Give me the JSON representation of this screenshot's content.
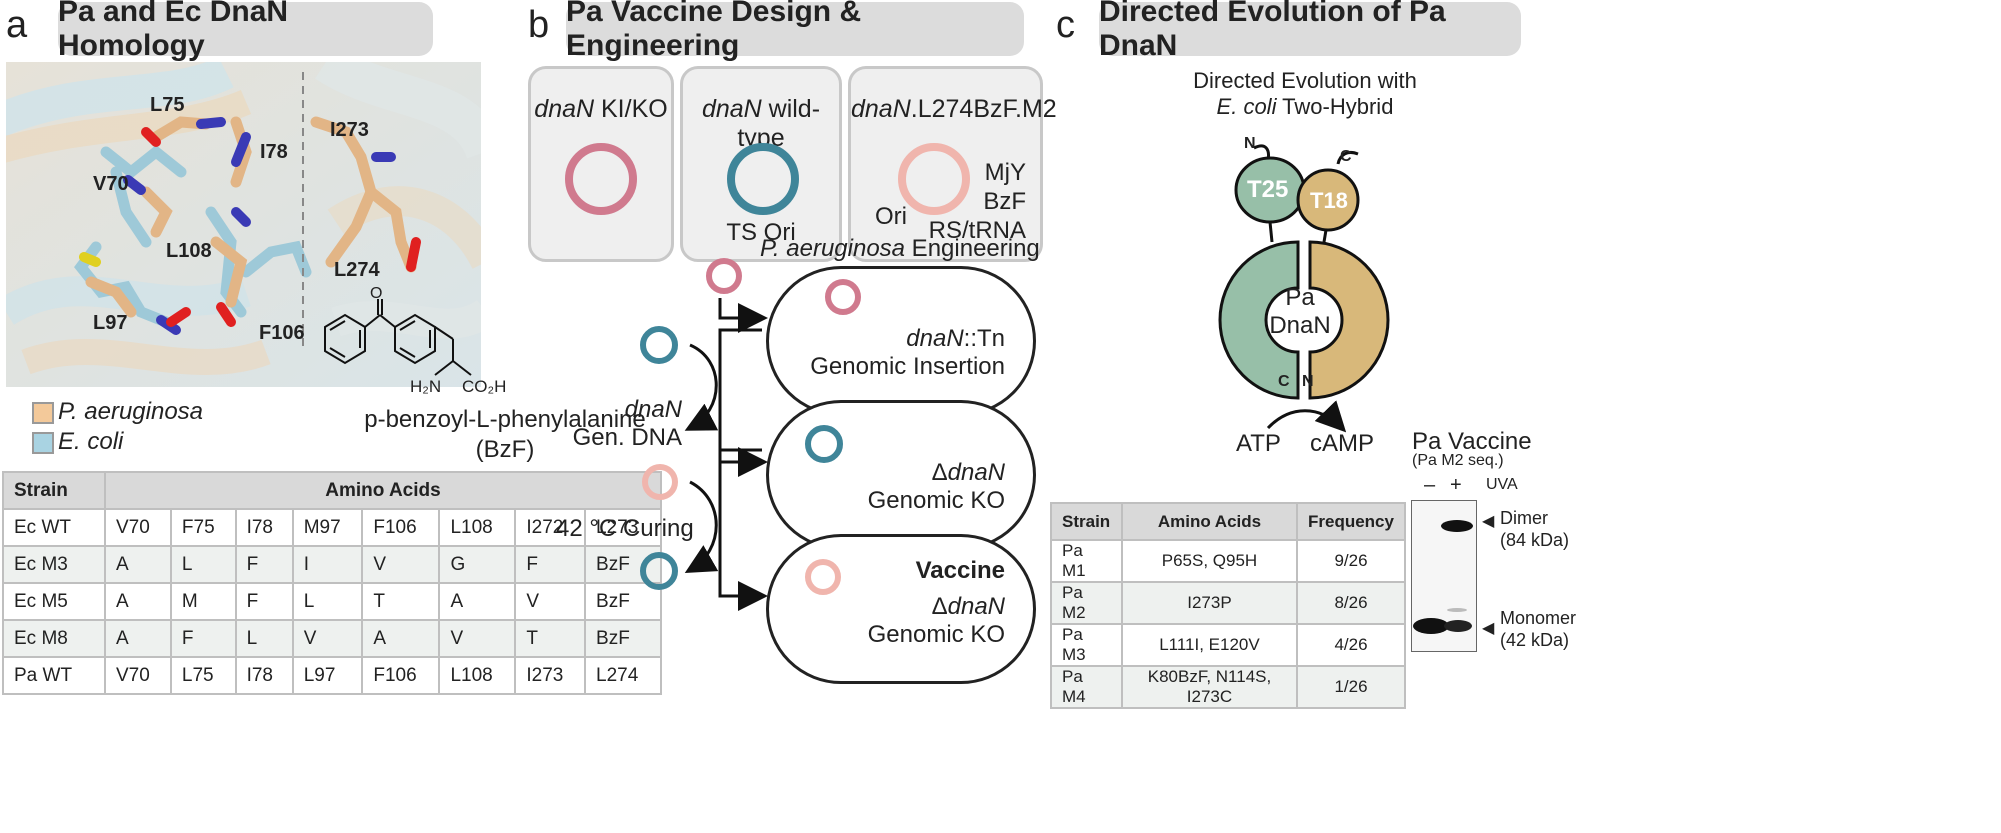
{
  "panel_a": {
    "letter": "a",
    "title": "Pa and Ec DnaN Homology",
    "residues": [
      "L75",
      "I78",
      "V70",
      "L108",
      "L97",
      "F106",
      "I273",
      "L274"
    ],
    "legend": [
      {
        "label": "P. aeruginosa",
        "color": "#f3c99a"
      },
      {
        "label": "E. coli",
        "color": "#a9d3e2"
      }
    ],
    "molecule": {
      "name_line1": "p-benzoyl-L-phenylalanine",
      "name_line2": "(BzF)",
      "o": "O",
      "nh2": "H₂N",
      "co2h": "CO₂H"
    },
    "table": {
      "headers": [
        "Strain",
        "Amino Acids"
      ],
      "rows": [
        {
          "strain": "Ec WT",
          "aa": [
            "V70",
            "F75",
            "I78",
            "M97",
            "F106",
            "L108",
            "I272",
            "L273"
          ]
        },
        {
          "strain": "Ec M3",
          "aa": [
            "A",
            "L",
            "F",
            "I",
            "V",
            "G",
            "F",
            "BzF"
          ]
        },
        {
          "strain": "Ec M5",
          "aa": [
            "A",
            "M",
            "F",
            "L",
            "T",
            "A",
            "V",
            "BzF"
          ]
        },
        {
          "strain": "Ec M8",
          "aa": [
            "A",
            "F",
            "L",
            "V",
            "A",
            "V",
            "T",
            "BzF"
          ]
        },
        {
          "strain": "Pa WT",
          "aa": [
            "V70",
            "L75",
            "I78",
            "L97",
            "F106",
            "L108",
            "I273",
            "L274"
          ]
        }
      ]
    }
  },
  "panel_b": {
    "letter": "b",
    "title": "Pa Vaccine Design & Engineering",
    "plasmids": [
      {
        "title_italic": "dnaN",
        "title_rest": " KI/KO",
        "ring_color": "#d07a8e"
      },
      {
        "title_italic": "dnaN",
        "title_rest": " wild-type",
        "ring_color": "#3f8599",
        "label": "TS Ori"
      },
      {
        "title_italic": "dnaN",
        "title_rest": ".L274BzF.M2",
        "ring_color": "#f0b5ad",
        "label_ori": "Ori",
        "label_mjy1": "MjY",
        "label_mjy2": "BzF",
        "label_mjy3": "RS/tRNA"
      }
    ],
    "engineering_title_italic": "P. aeruginosa",
    "engineering_title_rest": " Engineering",
    "gen_dna_italic": "dnaN",
    "gen_dna_rest": "Gen. DNA",
    "curing": "42 °C Curing",
    "cells": [
      {
        "line1_italic": "dnaN",
        "line1_rest": "::Tn",
        "line2": "Genomic Insertion"
      },
      {
        "line1_prefix": "Δ",
        "line1_italic": "dnaN",
        "line2": "Genomic KO"
      },
      {
        "bold": "Vaccine",
        "line1_prefix": "Δ",
        "line1_italic": "dnaN",
        "line2": "Genomic KO"
      }
    ],
    "colors": {
      "pink": "#d07a8e",
      "teal": "#3f8599",
      "light_pink": "#f0b5ad"
    }
  },
  "panel_c": {
    "letter": "c",
    "title": "Directed Evolution of Pa DnaN",
    "subtitle1": "Directed Evolution with",
    "subtitle2_italic": "E. coli",
    "subtitle2_rest": " Two-Hybrid",
    "t25": "T25",
    "t18": "T18",
    "n_left": "N",
    "c_right": "C",
    "c_bottom": "C",
    "n_bottom": "N",
    "center1": "Pa",
    "center2": "DnaN",
    "atp": "ATP",
    "camp": "cAMP",
    "colors": {
      "green": "#97bfa8",
      "gold": "#d8b87a"
    },
    "gel": {
      "title": "Pa Vaccine",
      "subtitle": "(Pa M2 seq.)",
      "minus": "–",
      "plus": "+",
      "uva": "UVA",
      "dimer": "Dimer",
      "dimer_kda": "(84 kDa)",
      "monomer": "Monomer",
      "monomer_kda": "(42 kDa)"
    },
    "table": {
      "headers": [
        "Strain",
        "Amino Acids",
        "Frequency"
      ],
      "rows": [
        {
          "strain": "Pa M1",
          "aa": "P65S, Q95H",
          "freq": "9/26"
        },
        {
          "strain": "Pa M2",
          "aa": "I273P",
          "freq": "8/26"
        },
        {
          "strain": "Pa M3",
          "aa": "L111I, E120V",
          "freq": "4/26"
        },
        {
          "strain": "Pa M4",
          "aa": "K80BzF, N114S, I273C",
          "freq": "1/26"
        }
      ]
    }
  }
}
